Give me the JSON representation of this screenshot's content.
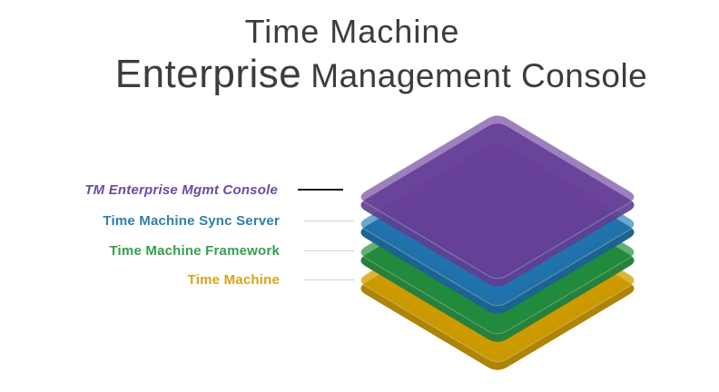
{
  "title": {
    "line1": "Time Machine",
    "line2_left": "Enterprise",
    "line2_right": "Management Console"
  },
  "labels": [
    {
      "text": "TM Enterprise Mgmt Console",
      "color": "#6a4ca3",
      "leader_color": "#141414"
    },
    {
      "text": "Time Machine Sync Server",
      "color": "#2e7faf",
      "leader_color": "#d3d3d3"
    },
    {
      "text": "Time Machine Framework",
      "color": "#35a04d",
      "leader_color": "#d3d3d3"
    },
    {
      "text": "Time Machine",
      "color": "#d5a41c",
      "leader_color": "#d3d3d3"
    }
  ],
  "stack": [
    {
      "name": "tm-enterprise-mgmt-console",
      "face_color": "#6b3f9b",
      "edge_color": "#5e4090"
    },
    {
      "name": "time-machine-sync-server",
      "face_color": "#2378b8",
      "edge_color": "#1c6390"
    },
    {
      "name": "time-machine-framework",
      "face_color": "#1f8f3c",
      "edge_color": "#27803c"
    },
    {
      "name": "time-machine",
      "face_color": "#d29f00",
      "edge_color": "#af8406"
    }
  ]
}
